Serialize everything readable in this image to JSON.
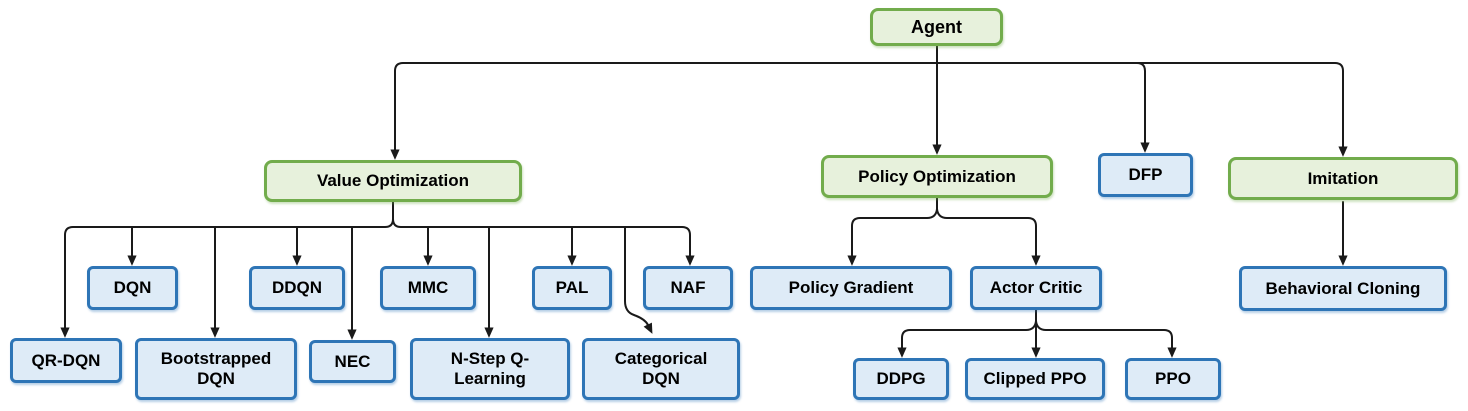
{
  "diagram": {
    "colors": {
      "category_fill": "#E7F1DC",
      "category_border": "#72AC4C",
      "algorithm_fill": "#DEEBF7",
      "algorithm_border": "#2E75B6",
      "connector": "#1A1A1A",
      "text": "#000000"
    },
    "nodes": {
      "agent": {
        "label": "Agent",
        "kind": "category"
      },
      "value_optimization": {
        "label": "Value Optimization",
        "kind": "category"
      },
      "policy_optimization": {
        "label": "Policy Optimization",
        "kind": "category"
      },
      "dfp": {
        "label": "DFP",
        "kind": "algorithm"
      },
      "imitation": {
        "label": "Imitation",
        "kind": "category"
      },
      "dqn": {
        "label": "DQN",
        "kind": "algorithm"
      },
      "ddqn": {
        "label": "DDQN",
        "kind": "algorithm"
      },
      "mmc": {
        "label": "MMC",
        "kind": "algorithm"
      },
      "pal": {
        "label": "PAL",
        "kind": "algorithm"
      },
      "naf": {
        "label": "NAF",
        "kind": "algorithm"
      },
      "qr_dqn": {
        "label": "QR-DQN",
        "kind": "algorithm"
      },
      "bootstrapped_dqn": {
        "label": "Bootstrapped DQN",
        "kind": "algorithm"
      },
      "nec": {
        "label": "NEC",
        "kind": "algorithm"
      },
      "n_step_q_learning": {
        "label": "N-Step Q-Learning",
        "kind": "algorithm"
      },
      "categorical_dqn": {
        "label": "Categorical DQN",
        "kind": "algorithm"
      },
      "policy_gradient": {
        "label": "Policy Gradient",
        "kind": "algorithm"
      },
      "actor_critic": {
        "label": "Actor Critic",
        "kind": "algorithm"
      },
      "ddpg": {
        "label": "DDPG",
        "kind": "algorithm"
      },
      "clipped_ppo": {
        "label": "Clipped PPO",
        "kind": "algorithm"
      },
      "ppo": {
        "label": "PPO",
        "kind": "algorithm"
      },
      "behavioral_cloning": {
        "label": "Behavioral Cloning",
        "kind": "algorithm"
      }
    },
    "edges": [
      [
        "agent",
        "value_optimization"
      ],
      [
        "agent",
        "policy_optimization"
      ],
      [
        "agent",
        "dfp"
      ],
      [
        "agent",
        "imitation"
      ],
      [
        "value_optimization",
        "qr_dqn"
      ],
      [
        "value_optimization",
        "dqn"
      ],
      [
        "value_optimization",
        "bootstrapped_dqn"
      ],
      [
        "value_optimization",
        "ddqn"
      ],
      [
        "value_optimization",
        "nec"
      ],
      [
        "value_optimization",
        "mmc"
      ],
      [
        "value_optimization",
        "n_step_q_learning"
      ],
      [
        "value_optimization",
        "pal"
      ],
      [
        "value_optimization",
        "categorical_dqn"
      ],
      [
        "value_optimization",
        "naf"
      ],
      [
        "policy_optimization",
        "policy_gradient"
      ],
      [
        "policy_optimization",
        "actor_critic"
      ],
      [
        "actor_critic",
        "ddpg"
      ],
      [
        "actor_critic",
        "clipped_ppo"
      ],
      [
        "actor_critic",
        "ppo"
      ],
      [
        "imitation",
        "behavioral_cloning"
      ]
    ]
  }
}
